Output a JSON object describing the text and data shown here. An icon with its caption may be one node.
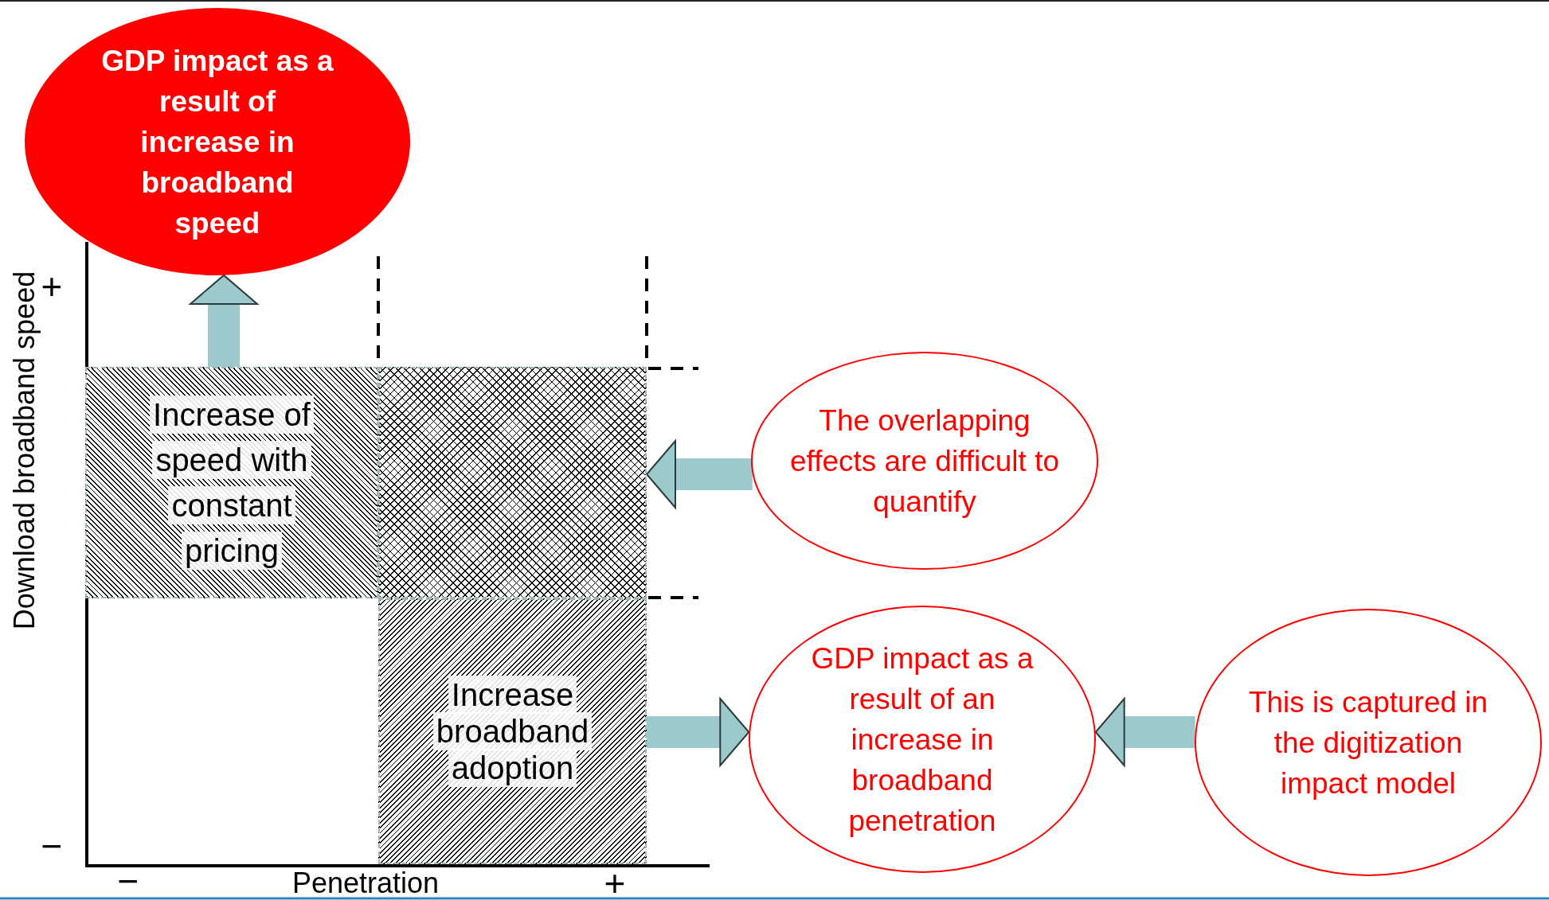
{
  "diagram": {
    "nodes": [
      {
        "text": [
          "GDP impact as a result of increase in broadband speed"
        ]
      },
      {
        "text": [
          "Increase of speed with constant pricing"
        ]
      },
      {
        "text": [],
        "shape": "box"
      },
      {
        "text": [
          "The overlapping effects are difficult to quantify"
        ]
      },
      {
        "text": [
          "Increase broadband adoption"
        ]
      },
      {
        "text": [
          "GDP impact as a result of an increase in broadband penetration"
        ]
      },
      {
        "text": [
          "This is captured in the digitization impact model"
        ]
      }
    ],
    "edges": [
      {
        "from": 1,
        "to": 0,
        "arrow": "to"
      },
      {
        "from": 3,
        "to": 2,
        "arrow": "to"
      },
      {
        "from": 4,
        "to": 5,
        "arrow": "to"
      },
      {
        "from": 6,
        "to": 5,
        "arrow": "to"
      }
    ],
    "labels": [
      "+",
      "Download broadband speed",
      "−",
      "−",
      "Penetration",
      "+"
    ]
  }
}
